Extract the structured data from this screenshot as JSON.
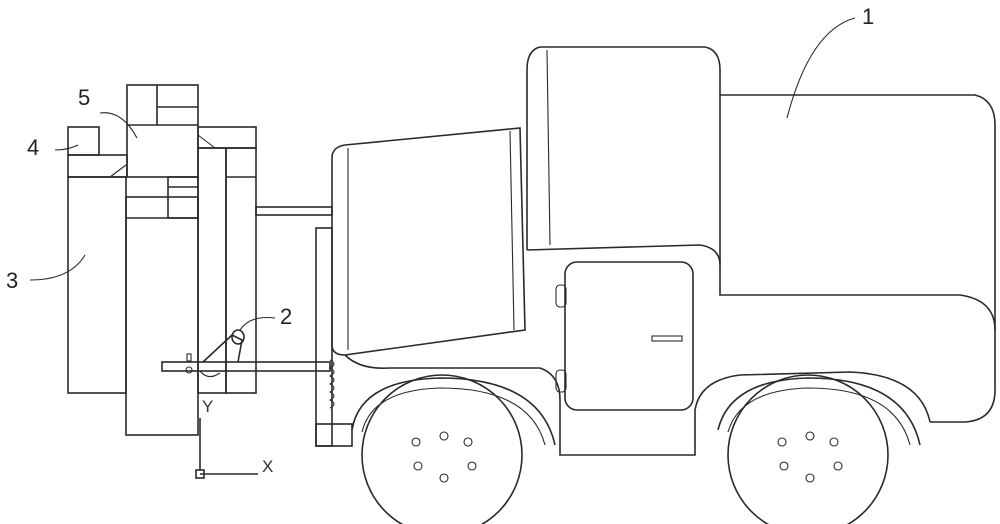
{
  "figure": {
    "labels": {
      "truck": "1",
      "device": "2",
      "frame": "3",
      "part4": "4",
      "part5": "5"
    },
    "axes": {
      "x": "X",
      "y": "Y"
    },
    "line_color": "#2a2a2a"
  }
}
